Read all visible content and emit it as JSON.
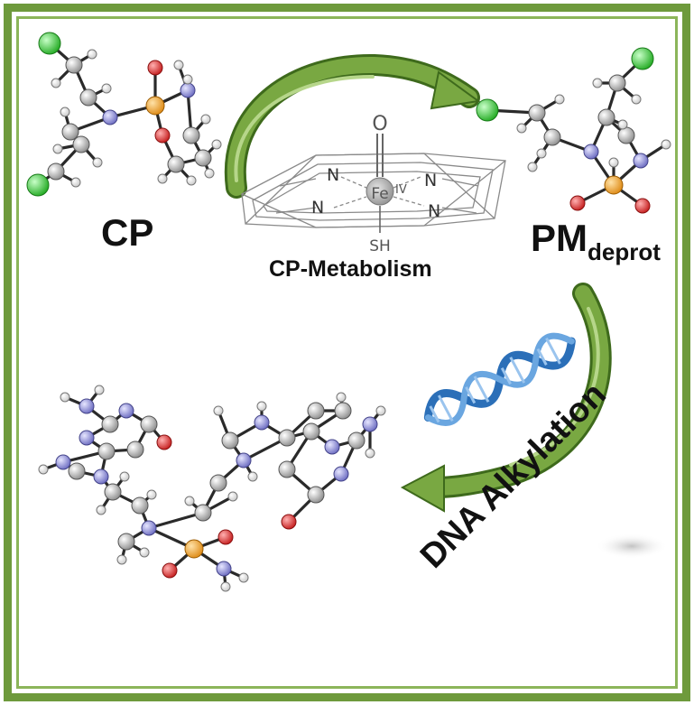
{
  "labels": {
    "cp": "CP",
    "pm_main": "PM",
    "pm_sub": "deprot",
    "metabolism": "CP-Metabolism",
    "dna_alkylation": "DNA Alkylation"
  },
  "heme": {
    "oxo": "O",
    "iron": "Fe",
    "iron_state": "IV",
    "nitrogen": "N",
    "thiolate": "SH"
  },
  "colors": {
    "frame_dark": "#6e9a3c",
    "frame_light": "#8cb55a",
    "arrow": "#6f9a38",
    "carbon": "#bfbfbf",
    "hydrogen": "#f2f2f2",
    "nitrogen": "#9a9ad8",
    "oxygen": "#e03a3a",
    "phosphorus": "#f0a838",
    "chlorine": "#49cf49",
    "dna_helix": "#2b6fb8"
  }
}
